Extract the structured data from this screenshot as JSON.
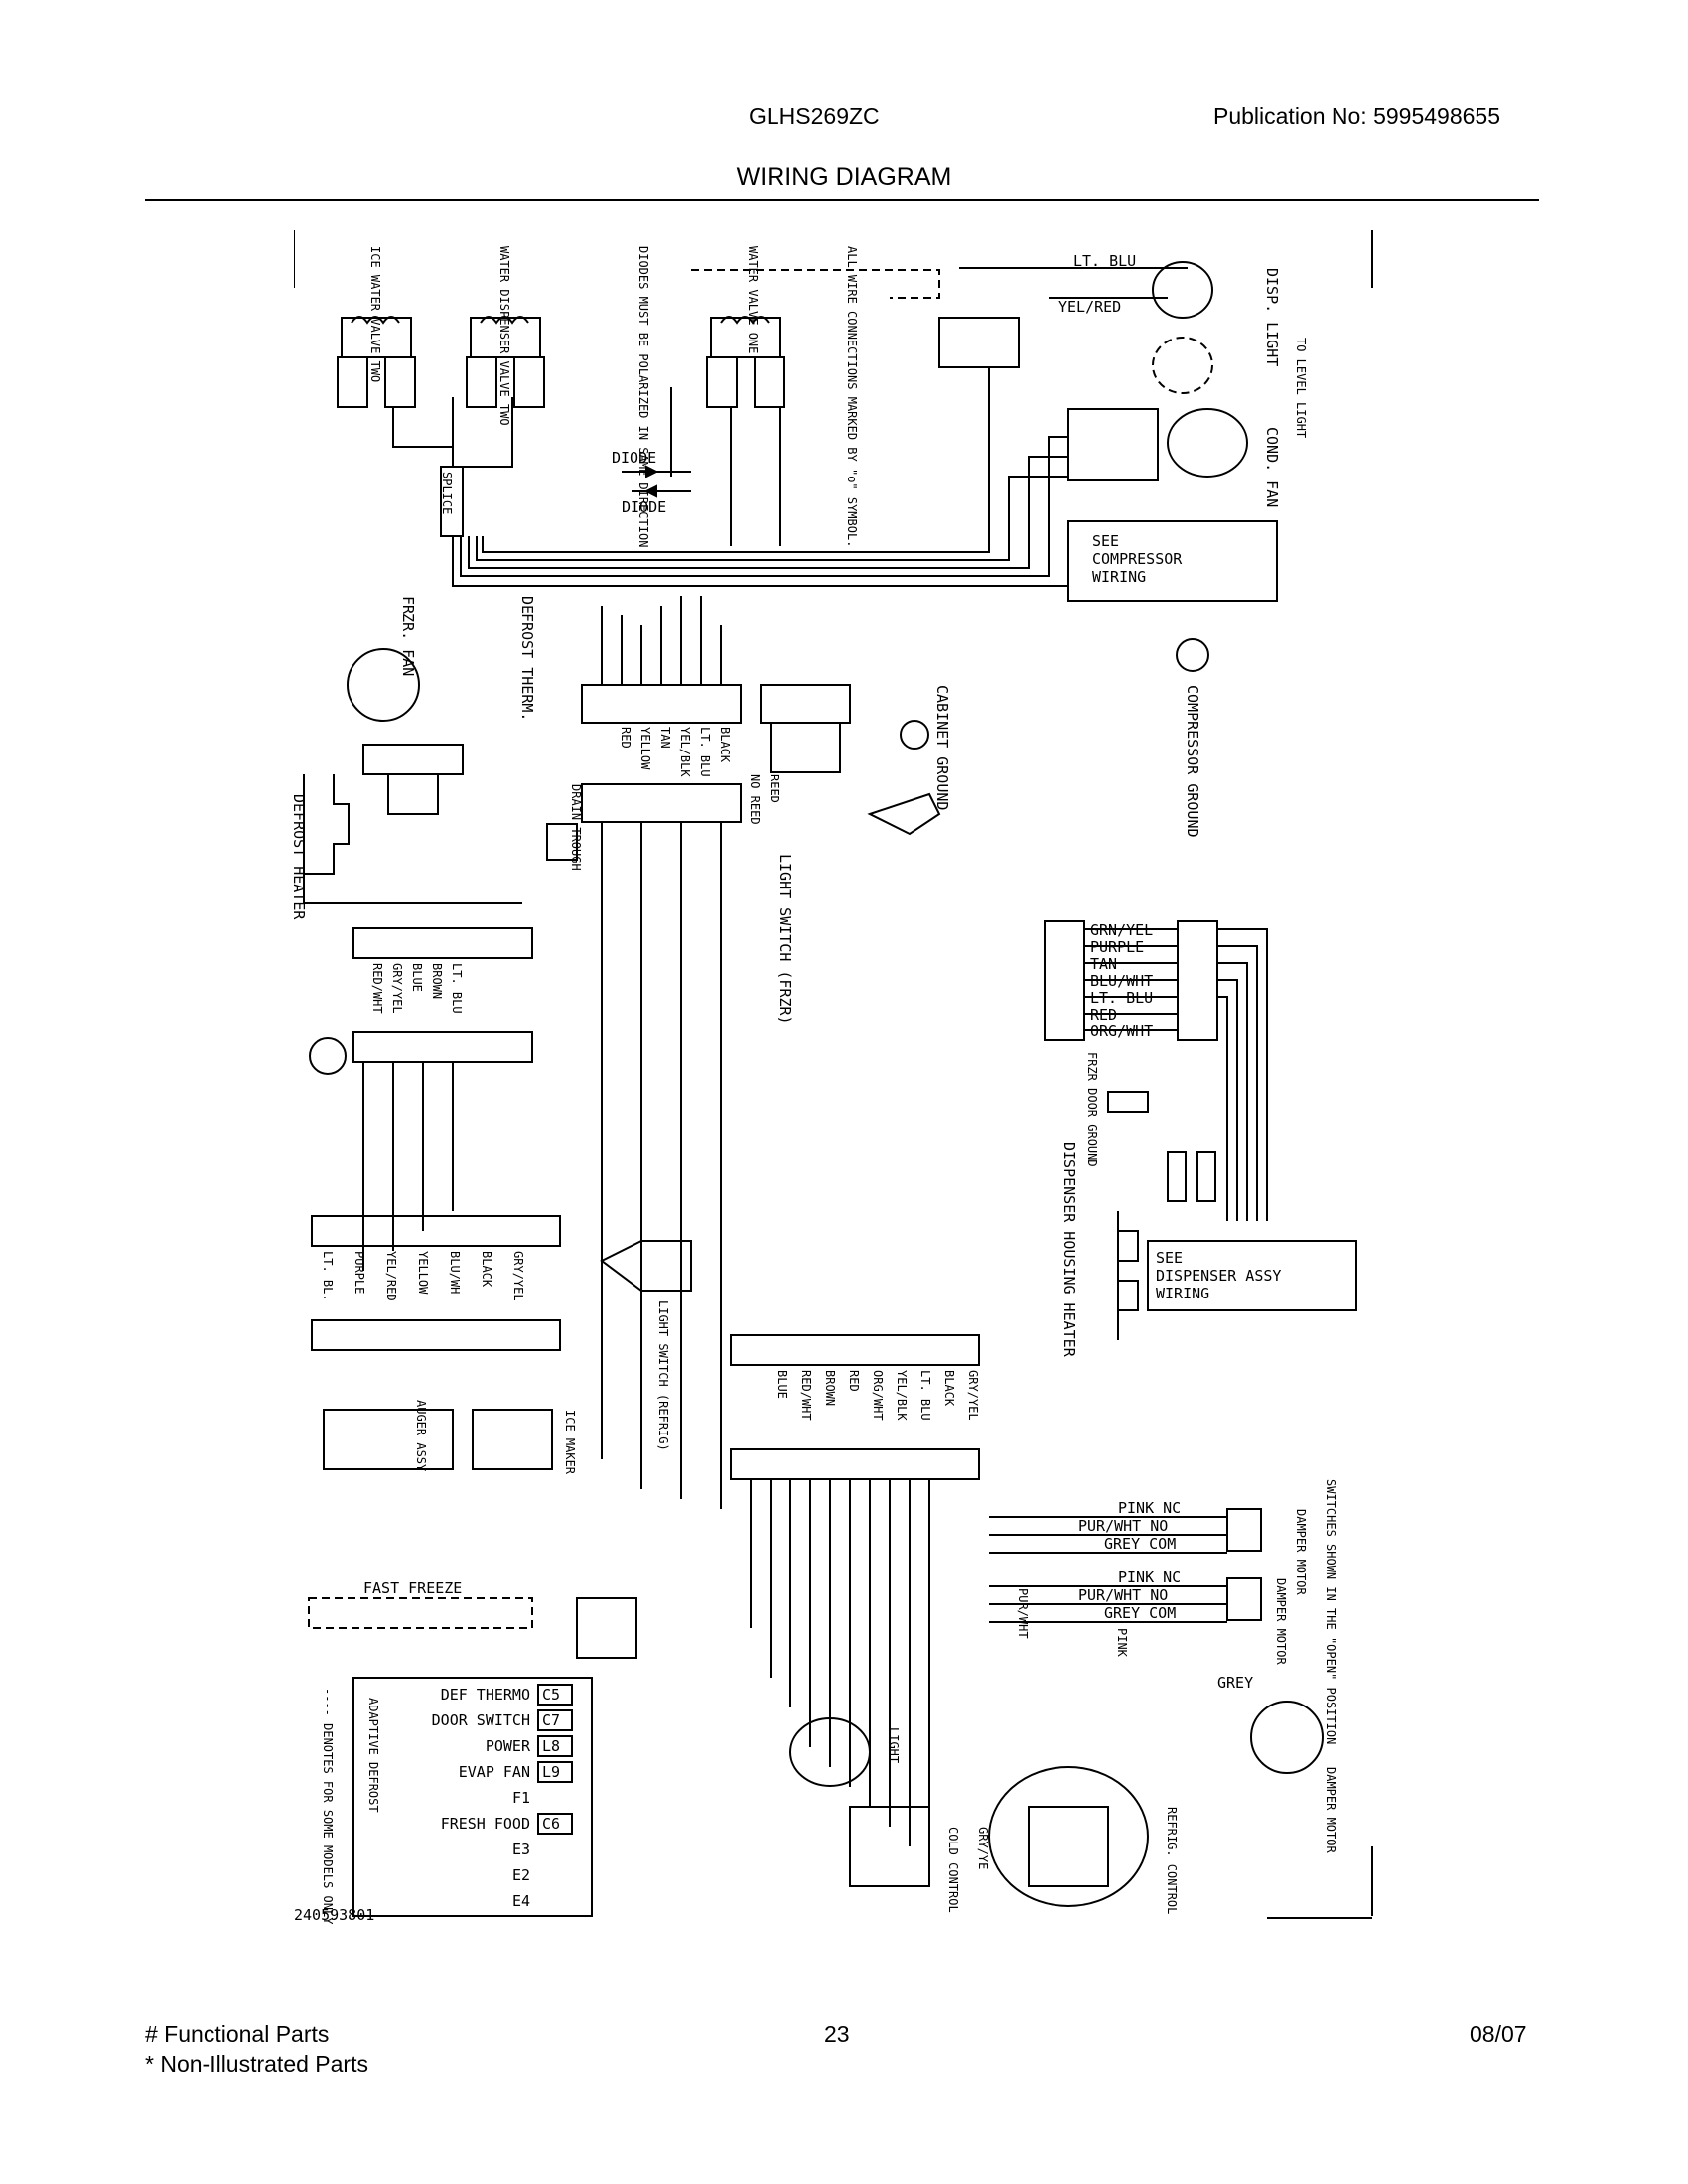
{
  "header": {
    "model": "GLHS269ZC",
    "publication": "Publication No:  5995498655",
    "title": "WIRING DIAGRAM"
  },
  "diagram": {
    "top_labels": {
      "ice_valve_two": "ICE WATER VALVE TWO",
      "dispenser_valve_two": "WATER DISPENSER VALVE TWO",
      "diode_note": "DIODES MUST BE POLARIZED IN SAME DIRECTION",
      "water_valve_one": "WATER VALVE ONE",
      "connections_note": "ALL WIRE CONNECTIONS MARKED BY \"o\" SYMBOL.",
      "lt_blu": "LT. BLU",
      "yel_red": "YEL/RED",
      "disp_light": "DISP. LIGHT",
      "to_level_light": "TO LEVEL LIGHT",
      "cond_fan": "COND. FAN",
      "diode": "DIODE",
      "diode2": "DIODE",
      "splice": "SPLICE",
      "compressor_wiring": [
        "SEE",
        "COMPRESSOR",
        "WIRING"
      ],
      "compressor_ground": "COMPRESSOR GROUND",
      "cabinet_ground": "CABINET GROUND"
    },
    "left_labels": {
      "frzr_fan": "FRZR. FAN",
      "defrost_therm": "DEFROST THERM.",
      "defrost_heater": "DEFROST HEATER",
      "drain_trough": "DRAIN TROUGH",
      "light_switch_frzr": "LIGHT SWITCH (FRZR)",
      "reed": "REED",
      "no_reed": "NO REED"
    },
    "harness1": [
      "BLACK",
      "LT. BLU",
      "YEL/BLK",
      "TAN",
      "YELLOW",
      "RED"
    ],
    "harness2": [
      "LT. BLU",
      "BROWN",
      "BLUE",
      "GRY/YEL",
      "RED/WHT"
    ],
    "freezer_conn": [
      "GRN/YEL",
      "PURPLE",
      "TAN",
      "BLU/WHT",
      "LT. BLU",
      "RED",
      "ORG/WHT"
    ],
    "frzr_door_ground": "FRZR DOOR GROUND",
    "dispenser_housing_heater": "DISPENSER HOUSING HEATER",
    "dispenser_assy": [
      "SEE",
      "DISPENSER ASSY",
      "WIRING"
    ],
    "harness3": [
      "LT. BL.",
      "PURPLE",
      "YEL/RED",
      "YELLOW",
      "BLU/WH",
      "BLACK",
      "GRY/YEL"
    ],
    "ice_maker": "ICE MAKER",
    "auger_assy": "AUGER ASSY",
    "light_switch_refrig": "LIGHT SWITCH (REFRIG)",
    "harness4": [
      "GRY/YEL",
      "BLACK",
      "LT. BLU",
      "YEL/BLK",
      "ORG/WHT",
      "RED",
      "BROWN",
      "RED/WHT",
      "BLUE"
    ],
    "damper_switches": {
      "pink_nc": "PINK NC",
      "pur_wht_no": "PUR/WHT NO",
      "grey_com": "GREY COM",
      "note": "SWITCHES SHOWN IN THE \"OPEN\" POSITION",
      "damper_motor": "DAMPER MOTOR",
      "grey": "GREY"
    },
    "fast_freeze": "FAST FREEZE",
    "control_board": {
      "terminals": [
        "DEF THERMO",
        "DOOR SWITCH",
        "POWER",
        "EVAP FAN",
        "F1",
        "FRESH FOOD",
        "E3",
        "E2",
        "E4"
      ],
      "pins": [
        "C5",
        "C7",
        "L8",
        "L9",
        "",
        "C6"
      ],
      "title": "ADAPTIVE DEFROST",
      "note": "---- DENOTES FOR SOME MODELS ONLY"
    },
    "light_label": "LIGHT",
    "cold_control": "COLD CONTROL",
    "gry_ye": "GRY/YE",
    "pur_wht": "PUR/WHT",
    "pink": "PINK",
    "refrig_control": "REFRIG. CONTROL",
    "part_number": "240593801"
  },
  "footer": {
    "functional": "# Functional Parts",
    "non_illustrated": "* Non-Illustrated Parts",
    "page": "23",
    "date": "08/07"
  }
}
